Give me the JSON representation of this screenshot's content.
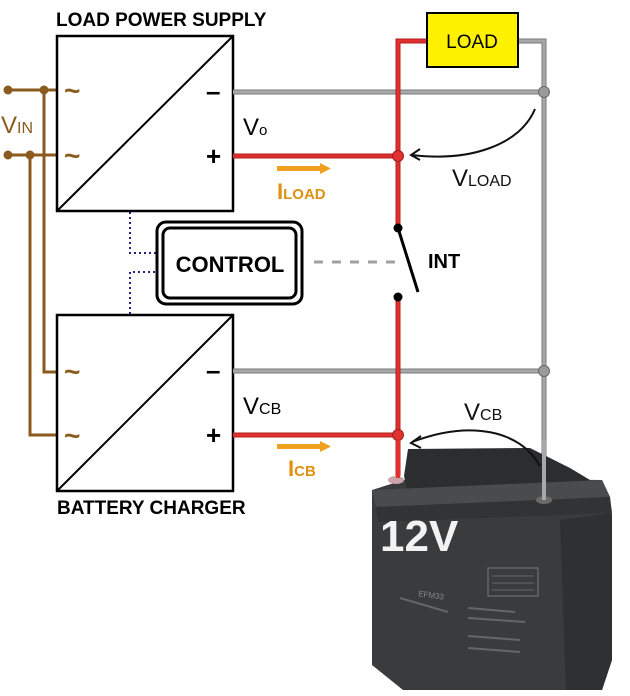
{
  "labels": {
    "load_power_supply": "LOAD POWER SUPPLY",
    "battery_charger": "BATTERY CHARGER",
    "control": "CONTROL",
    "load": "LOAD",
    "int": "INT",
    "battery_voltage": "12V",
    "battery_model": "EFM33"
  },
  "symbols": {
    "ac": "~",
    "minus": "–",
    "plus": "+"
  },
  "voltages": {
    "vin": {
      "main": "V",
      "sub": "IN"
    },
    "vo": {
      "main": "V",
      "sub": "o"
    },
    "vload": {
      "main": "V",
      "sub": "LOAD"
    },
    "vcb_left": {
      "main": "V",
      "sub": "CB"
    },
    "vcb_right": {
      "main": "V",
      "sub": "CB"
    }
  },
  "currents": {
    "iload": {
      "main": "I",
      "sub": "LOAD"
    },
    "icb": {
      "main": "I",
      "sub": "CB"
    }
  },
  "colors": {
    "ac_wire": "#8B5A1E",
    "positive_wire": "#E03030",
    "negative_wire": "#9A9A9A",
    "current_arrow": "#F0A020",
    "load_fill": "#FFF200",
    "control_link": "#1A237E",
    "battery_body": "#3A3B3D"
  }
}
